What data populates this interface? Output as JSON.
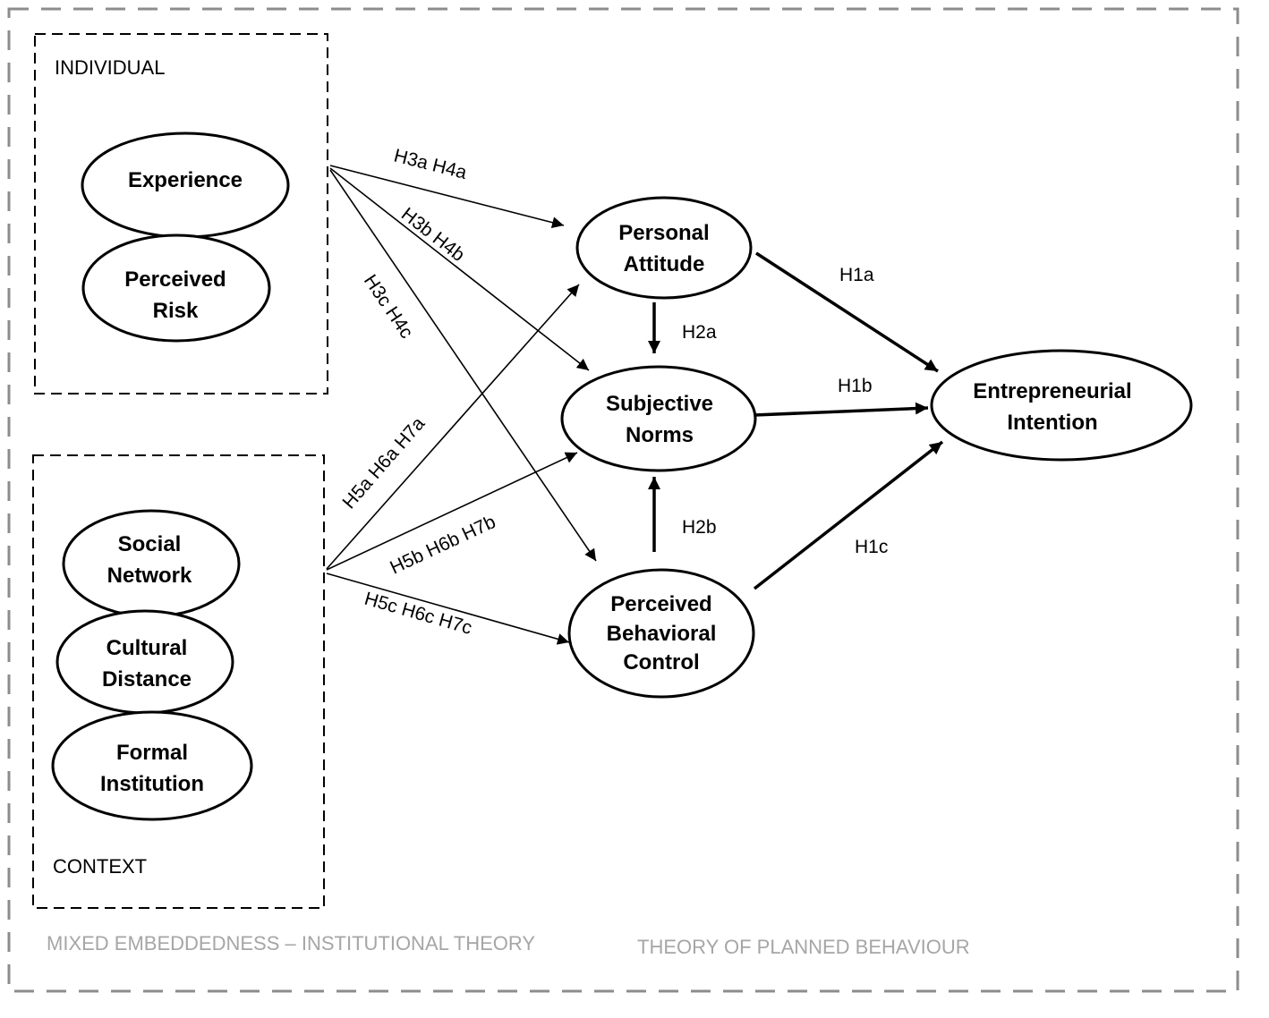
{
  "groups": {
    "individual": {
      "label": "INDIVIDUAL"
    },
    "context": {
      "label": "CONTEXT"
    }
  },
  "theories": {
    "mixed_embeddedness": "MIXED EMBEDDEDNESS – INSTITUTIONAL THEORY",
    "planned_behaviour": "THEORY OF PLANNED BEHAVIOUR"
  },
  "nodes": {
    "experience": {
      "lines": [
        "Experience"
      ]
    },
    "perceived_risk": {
      "lines": [
        "Perceived",
        "Risk"
      ]
    },
    "social_network": {
      "lines": [
        "Social",
        "Network"
      ]
    },
    "cultural_distance": {
      "lines": [
        "Cultural",
        "Distance"
      ]
    },
    "formal_institution": {
      "lines": [
        "Formal",
        "Institution"
      ]
    },
    "personal_attitude": {
      "lines": [
        "Personal",
        "Attitude"
      ]
    },
    "subjective_norms": {
      "lines": [
        "Subjective",
        "Norms"
      ]
    },
    "perceived_behavioral_control": {
      "lines": [
        "Perceived",
        "Behavioral",
        "Control"
      ]
    },
    "entrepreneurial_intention": {
      "lines": [
        "Entrepreneurial",
        "Intention"
      ]
    }
  },
  "edges": {
    "h3a_h4a": "H3a   H4a",
    "h3b_h4b": "H3b   H4b",
    "h3c_h4c": "H3c   H4c",
    "h5a_h6a_h7a": "H5a   H6a   H7a",
    "h5b_h6b_h7b": "H5b   H6b   H7b",
    "h5c_h6c_h7c": "H5c   H6c   H7c",
    "h1a": "H1a",
    "h1b": "H1b",
    "h1c": "H1c",
    "h2a": "H2a",
    "h2b": "H2b"
  }
}
